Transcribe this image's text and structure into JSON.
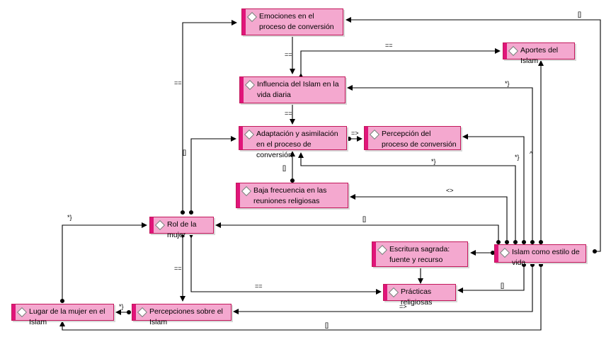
{
  "nodes": {
    "emociones": "Emociones en el proceso de conversión",
    "aportes": "Aportes del Islam",
    "influencia": "Influencia del Islam en la vida diaria",
    "adaptacion": "Adaptación y asimilación en el proceso de conversión",
    "percepcion_proceso": "Percepción del proceso de conversión",
    "baja_frecuencia": "Baja frecuencia en las reuniones religiosas",
    "rol_mujer": "Rol de la mujer",
    "escritura": "Escritura sagrada: fuente y recurso",
    "islam_estilo": "Islam como estilo de vida",
    "practicas": "Prácticas religiosas",
    "lugar_mujer": "Lugar de la mujer en el Islam",
    "percepciones_islam": "Percepciones sobre el Islam"
  },
  "relations": {
    "r1": "[]",
    "r2": "==",
    "r3": "==",
    "r4": "*}",
    "r5": "==",
    "r6": "==",
    "r7": "=>",
    "r8": "[]",
    "r9": "*}",
    "r10": "*}",
    "r11": "^",
    "r12": "[]",
    "r13": "<>",
    "r14": "*}",
    "r15": "[]",
    "r16": "==",
    "r17": "==",
    "r18": "[]",
    "r19": "*}",
    "r20": "=>",
    "r21": "[]"
  }
}
